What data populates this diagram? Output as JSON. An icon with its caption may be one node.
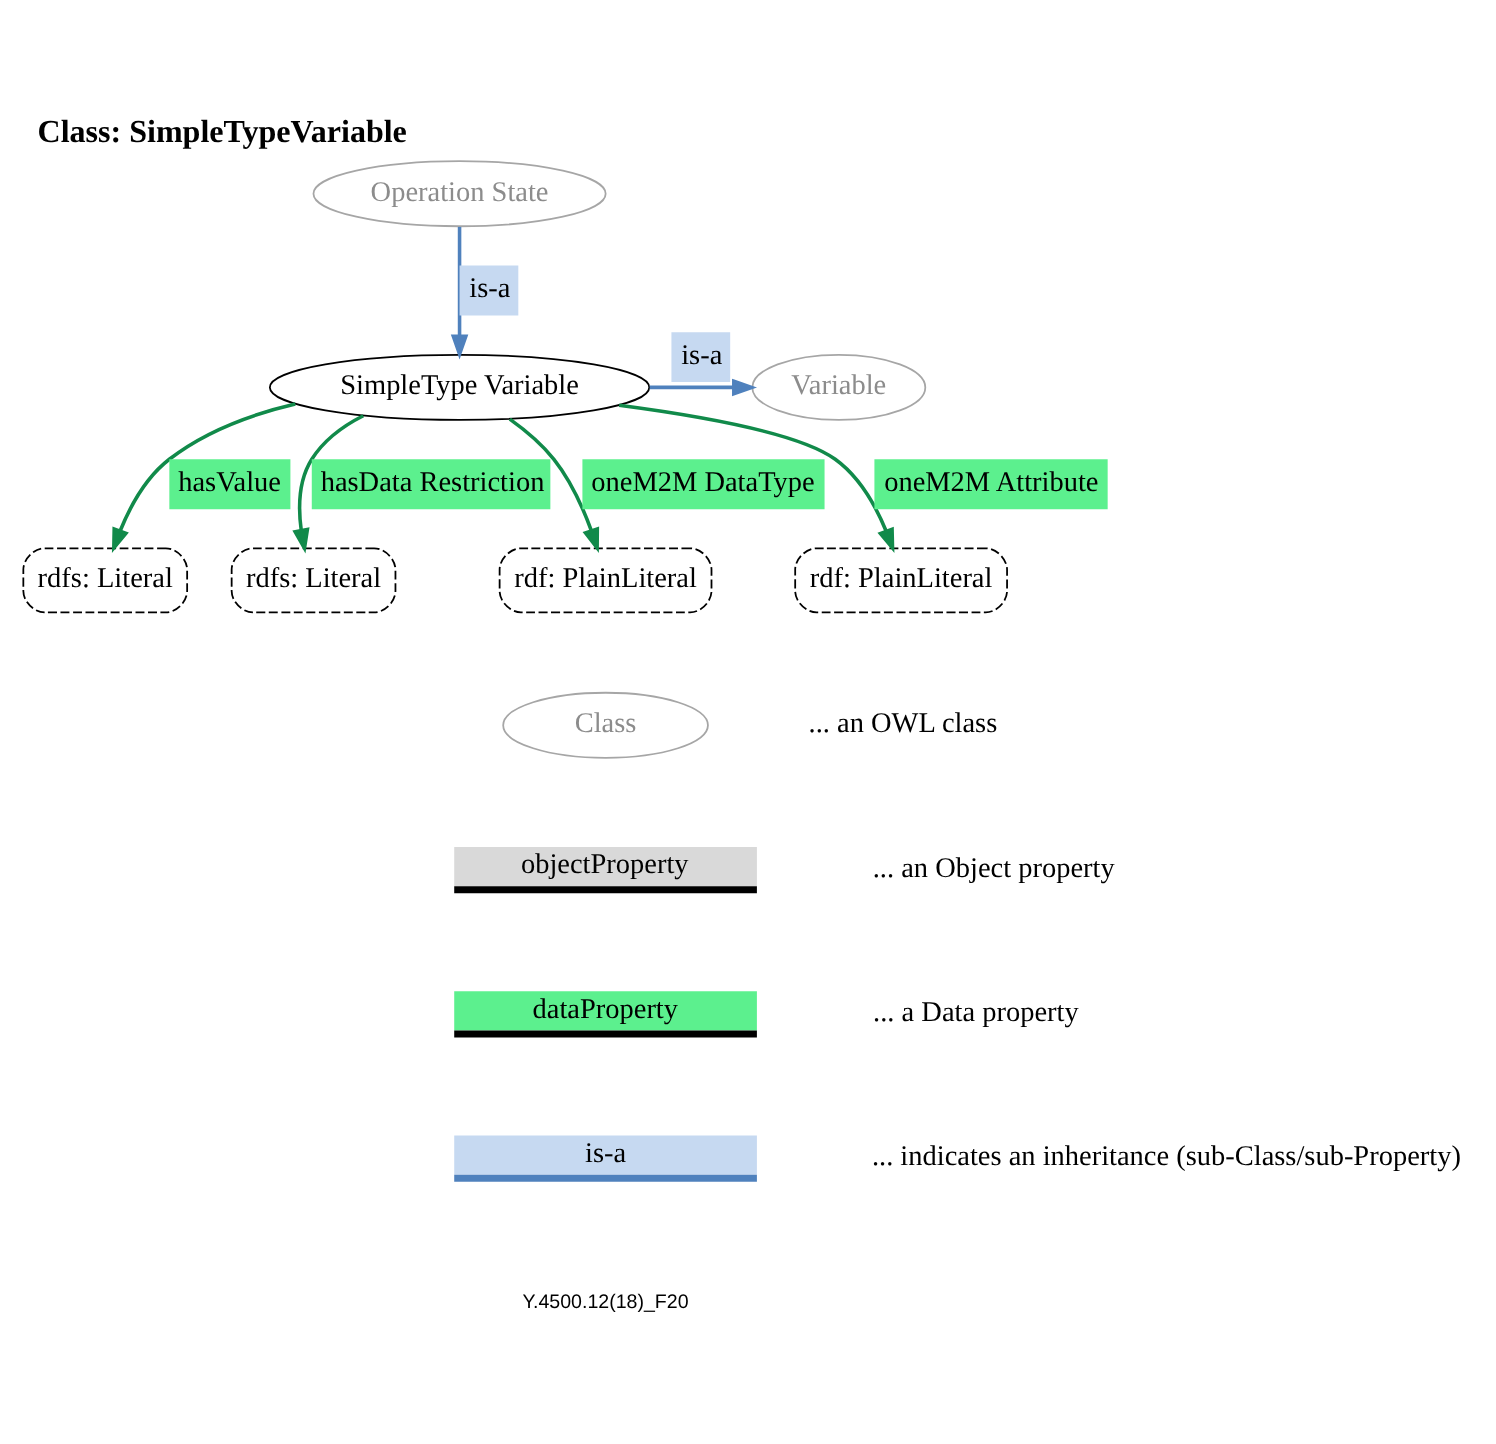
{
  "diagram": {
    "title": "Class: SimpleTypeVariable",
    "nodes": [
      {
        "text": [
          "Operation State"
        ]
      },
      {
        "text": [
          "SimpleType Variable"
        ]
      },
      {
        "text": [
          "Variable"
        ]
      },
      {
        "text": [
          "rdfs: Literal"
        ]
      },
      {
        "text": [
          "rdfs: Literal"
        ]
      },
      {
        "text": [
          "rdf: PlainLiteral"
        ]
      },
      {
        "text": [
          "rdf: PlainLiteral"
        ]
      }
    ],
    "edges": [
      {
        "from": 0,
        "to": 1,
        "arrow": "to",
        "label": "is-a",
        "color": "#4f81bd"
      },
      {
        "from": 1,
        "to": 2,
        "arrow": "to",
        "label": "is-a",
        "color": "#4f81bd"
      },
      {
        "from": 1,
        "to": 3,
        "arrow": "to",
        "label": "hasValue"
      },
      {
        "from": 1,
        "to": 4,
        "arrow": "to",
        "label": "hasData Restriction"
      },
      {
        "from": 1,
        "to": 5,
        "arrow": "to",
        "label": "oneM2M DataType"
      },
      {
        "from": 1,
        "to": 6,
        "arrow": "to",
        "label": "oneM2M Attribute"
      }
    ],
    "labels": [
      "Class",
      "objectProperty",
      "dataProperty",
      "is-a",
      "Y.4500.12(18)_F20"
    ],
    "legend": [
      {
        "text": "... an OWL class"
      },
      {
        "text": "... an Object property"
      },
      {
        "text": "... a Data property"
      },
      {
        "text": "... indicates an inheritance (sub-Class/sub-Property)"
      }
    ]
  }
}
